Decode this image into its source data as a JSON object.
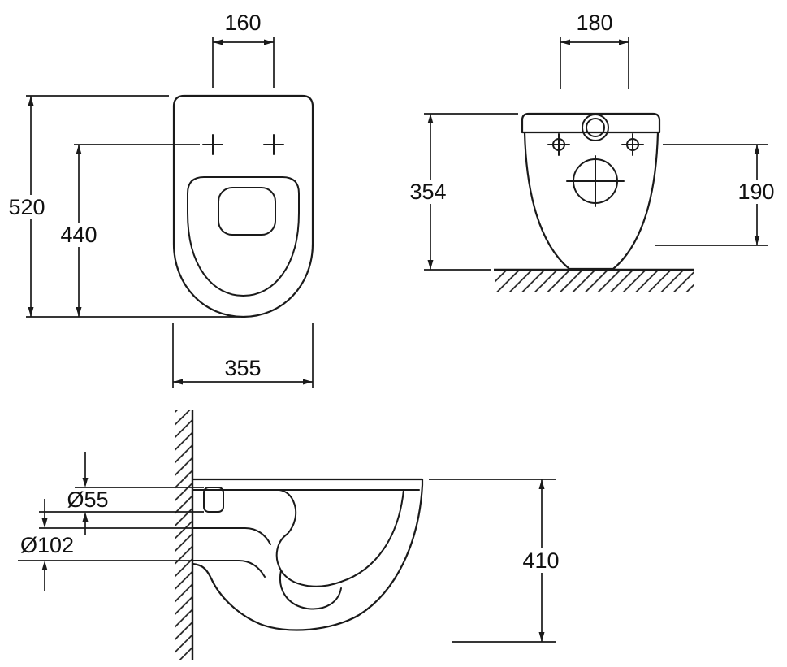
{
  "drawing": {
    "background": "#ffffff",
    "line_color": "#1a1a1a",
    "views": {
      "plan": {
        "name": "top-view-plan",
        "dimensions": {
          "fixing_centers": "160",
          "overall_depth": "520",
          "holes_to_front": "440",
          "overall_width": "355"
        }
      },
      "front": {
        "name": "front-view",
        "dimensions": {
          "fixing_centers": "180",
          "overall_height": "354",
          "outlet_height": "190"
        }
      },
      "side": {
        "name": "side-view-section",
        "dimensions": {
          "inlet_diameter": "Ø55",
          "outlet_diameter": "Ø102",
          "overall_height": "410"
        }
      }
    }
  }
}
